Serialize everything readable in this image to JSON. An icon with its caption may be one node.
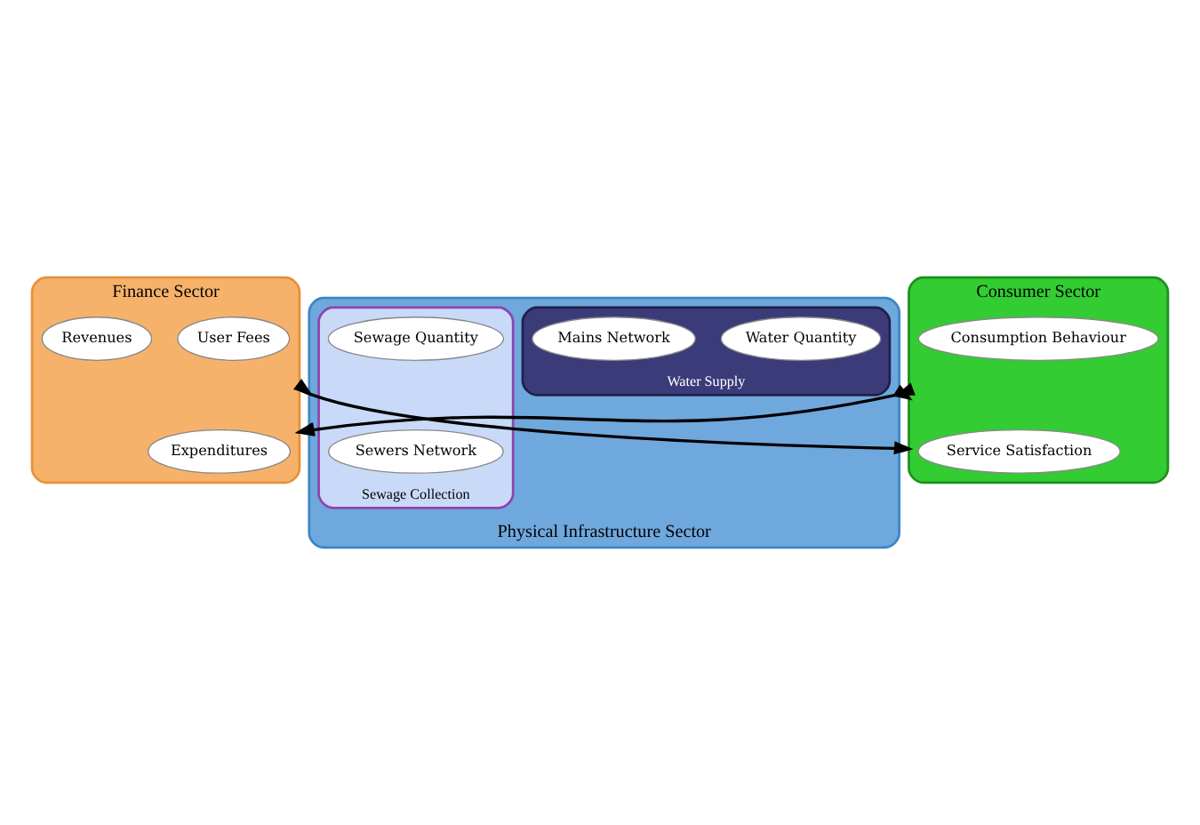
{
  "diagram": {
    "nodes": [
      {
        "text": [
          "Finance Sector"
        ]
      },
      {
        "text": [
          "User Fees"
        ],
        "in": 0
      },
      {
        "text": [
          "Revenues"
        ],
        "in": 0
      },
      {
        "text": [
          "Expenditures"
        ],
        "in": 0
      },
      {
        "text": [
          "Consumer Sector"
        ]
      },
      {
        "text": [
          "Consumption Behaviour"
        ],
        "in": 4
      },
      {
        "text": [
          "Service Satisfaction"
        ],
        "in": 4
      },
      {
        "text": [
          "Physical Infrastructure Sector"
        ]
      },
      {
        "text": [
          "Water Supply"
        ],
        "in": 7
      },
      {
        "text": [
          "Water Quantity"
        ],
        "in": 8
      },
      {
        "text": [
          "Mains Network"
        ],
        "in": 8
      },
      {
        "text": [
          "Sewage Collection"
        ],
        "in": 7
      },
      {
        "text": [
          "Sewage Quantity"
        ],
        "in": 11
      },
      {
        "text": [
          "Sewers Network"
        ],
        "in": 11
      }
    ],
    "edges": [
      {
        "from": 0,
        "to": 4,
        "arrow": "to"
      },
      {
        "from": 4,
        "to": 0,
        "arrow": "to"
      },
      {
        "from": 0,
        "to": 7,
        "arrow": "to"
      },
      {
        "from": 7,
        "to": 0,
        "arrow": "to"
      },
      {
        "from": 4,
        "to": 7,
        "arrow": "to"
      },
      {
        "from": 7,
        "to": 4,
        "arrow": "to"
      }
    ]
  }
}
